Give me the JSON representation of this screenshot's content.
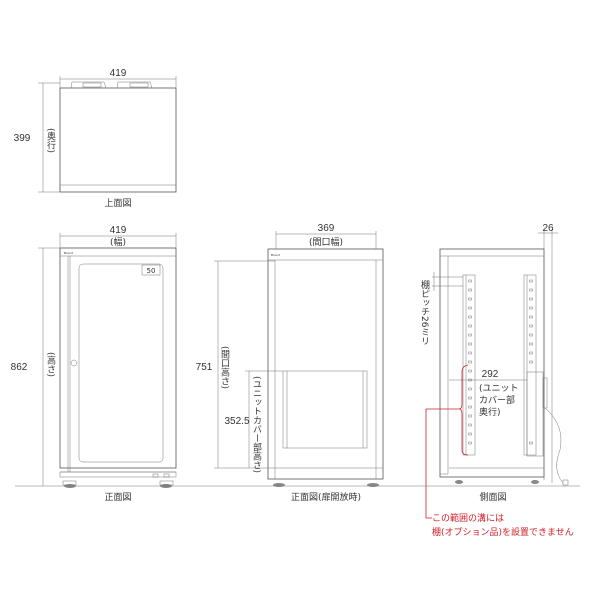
{
  "colors": {
    "line": "#555555",
    "text": "#333333",
    "note": "#d0202a",
    "background": "#ffffff"
  },
  "top_view": {
    "caption": "上面図",
    "width_dim": "419",
    "depth_dim": "399",
    "depth_label": "(奥行)"
  },
  "front_view": {
    "caption": "正面図",
    "width_dim": "419",
    "width_label": "(幅)",
    "height_dim": "862",
    "height_label": "(高さ)",
    "display_value": "50"
  },
  "front_open_view": {
    "caption": "正面図(扉開放時)",
    "opening_width_dim": "369",
    "opening_width_label": "(間口幅)",
    "opening_height_dim": "751",
    "opening_height_label": "(間口高さ)",
    "unit_cover_height_dim": "352.5",
    "unit_cover_height_label": "(ユニットカバー部高さ)"
  },
  "side_view": {
    "caption": "側面図",
    "handle_depth_dim": "26",
    "shelf_pitch_label": "棚ピッチ26ミリ",
    "unit_cover_depth_dim": "292",
    "unit_cover_depth_label_lines": [
      "(ユニット",
      "カバー部",
      "奥行)"
    ]
  },
  "note": {
    "line1": "この範囲の溝には",
    "line2": "棚(オプション品)を設置できません"
  }
}
